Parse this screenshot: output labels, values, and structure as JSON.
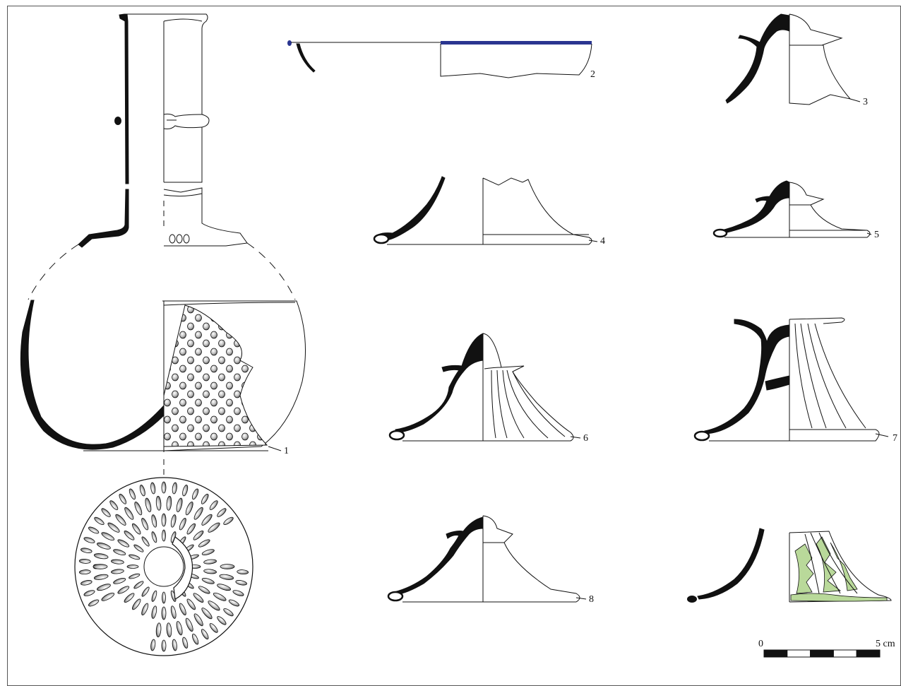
{
  "figure_numbers": [
    "1",
    "2",
    "3",
    "4",
    "5",
    "6",
    "7",
    "8"
  ],
  "scale_bar": {
    "start_label": "0",
    "end_label": "5 cm",
    "segments": 5
  },
  "colors": {
    "ink": "#111111",
    "rim_band_blue": "#2a3590",
    "decoration_green": "#b9d99a",
    "background": "#ffffff"
  }
}
